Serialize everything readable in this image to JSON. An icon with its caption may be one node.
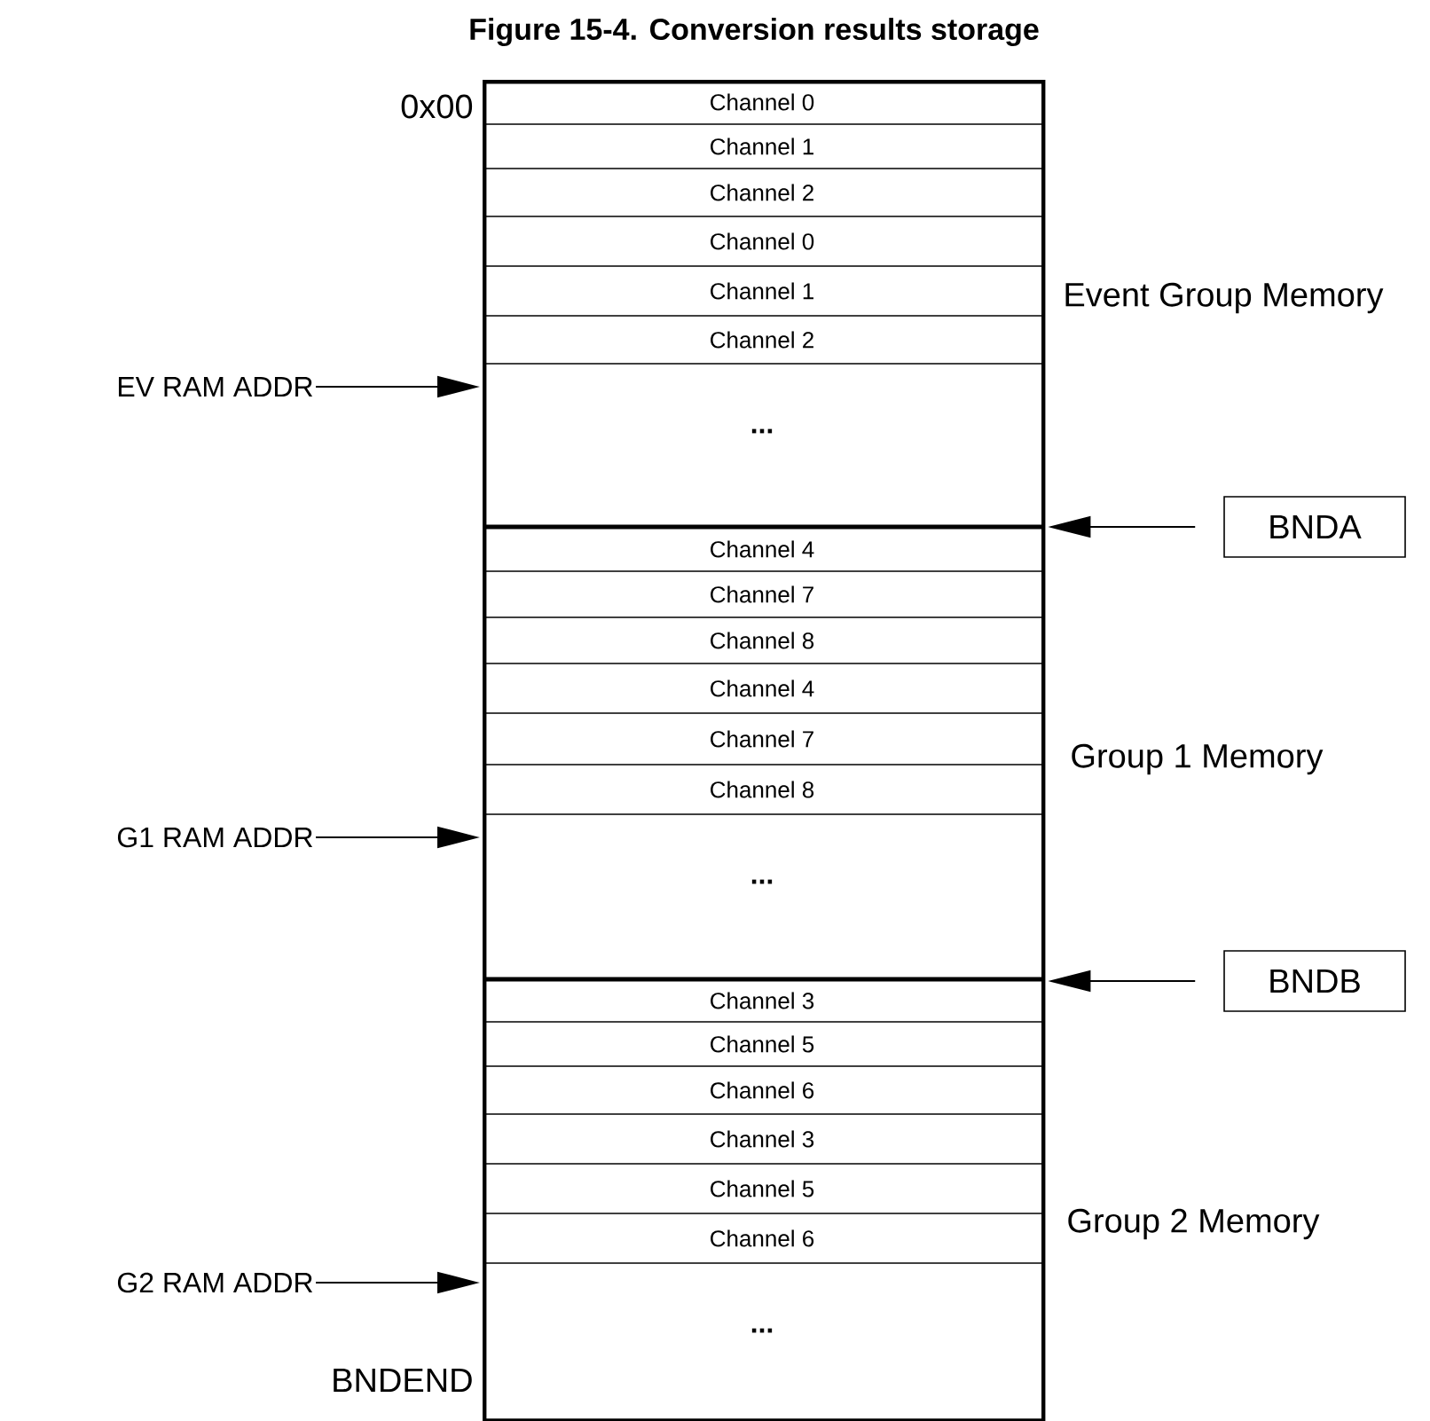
{
  "diagram": {
    "title": "Figure 15-4.  Conversion results storage",
    "nodes": [
      {
        "text": [],
        "shape": "box"
      },
      {
        "text": [
          "Channel 0"
        ],
        "in": 0
      },
      {
        "text": [
          "Channel 1"
        ],
        "in": 0
      },
      {
        "text": [
          "Channel 2"
        ],
        "in": 0
      },
      {
        "text": [
          "Channel 0"
        ],
        "in": 0
      },
      {
        "text": [
          "Channel 1"
        ],
        "in": 0
      },
      {
        "text": [
          "Channel 2"
        ],
        "in": 0
      },
      {
        "text": [
          "..."
        ],
        "in": 0
      },
      {
        "text": [
          "Channel 4"
        ],
        "in": 0
      },
      {
        "text": [
          "Channel 7"
        ],
        "in": 0
      },
      {
        "text": [
          "Channel 8"
        ],
        "in": 0
      },
      {
        "text": [
          "Channel 4"
        ],
        "in": 0
      },
      {
        "text": [
          "Channel 7"
        ],
        "in": 0
      },
      {
        "text": [
          "Channel 8"
        ],
        "in": 0
      },
      {
        "text": [
          "..."
        ],
        "in": 0
      },
      {
        "text": [
          "Channel 3"
        ],
        "in": 0
      },
      {
        "text": [
          "Channel 5"
        ],
        "in": 0
      },
      {
        "text": [
          "Channel 6"
        ],
        "in": 0
      },
      {
        "text": [
          "Channel 3"
        ],
        "in": 0
      },
      {
        "text": [
          "Channel 5"
        ],
        "in": 0
      },
      {
        "text": [
          "Channel 6"
        ],
        "in": 0
      },
      {
        "text": [
          "..."
        ],
        "in": 0
      },
      {
        "text": [
          "EV RAM ADDR"
        ]
      },
      {
        "text": [
          "BNDA"
        ]
      },
      {
        "text": [
          "G1 RAM ADDR"
        ]
      },
      {
        "text": [
          "BNDB"
        ]
      },
      {
        "text": [
          "G2 RAM ADDR"
        ]
      }
    ],
    "edges": [
      {
        "from": 22,
        "to": 0,
        "arrow": "to"
      },
      {
        "from": 23,
        "to": 0,
        "arrow": "to"
      },
      {
        "from": 24,
        "to": 0,
        "arrow": "to"
      },
      {
        "from": 25,
        "to": 0,
        "arrow": "to"
      },
      {
        "from": 26,
        "to": 0,
        "arrow": "to"
      }
    ],
    "labels": [
      "0x00",
      "Event Group Memory",
      "Group 1 Memory",
      "Group 2 Memory",
      "BNDEND"
    ]
  }
}
